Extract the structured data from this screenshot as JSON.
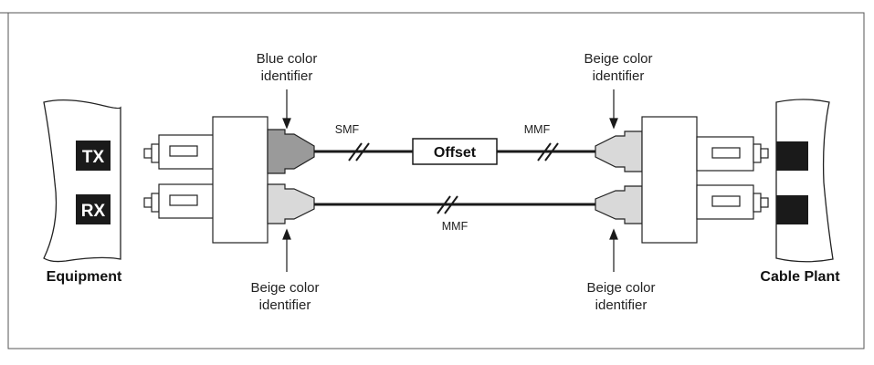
{
  "labels": {
    "blue_id_line1": "Blue color",
    "blue_id_line2": "identifier",
    "beige_top_line1": "Beige color",
    "beige_top_line2": "identifier",
    "beige_bl_line1": "Beige color",
    "beige_bl_line2": "identifier",
    "beige_br_line1": "Beige color",
    "beige_br_line2": "identifier",
    "smf": "SMF",
    "mmf_top": "MMF",
    "mmf_bottom": "MMF",
    "offset": "Offset",
    "tx": "TX",
    "rx": "RX",
    "equipment": "Equipment",
    "cable_plant": "Cable Plant"
  },
  "colors": {
    "blue_identifier": "#9a9a9a",
    "beige_identifier": "#d9d9d9",
    "port_fill": "#1a1a1a",
    "line": "#1a1a1a"
  }
}
